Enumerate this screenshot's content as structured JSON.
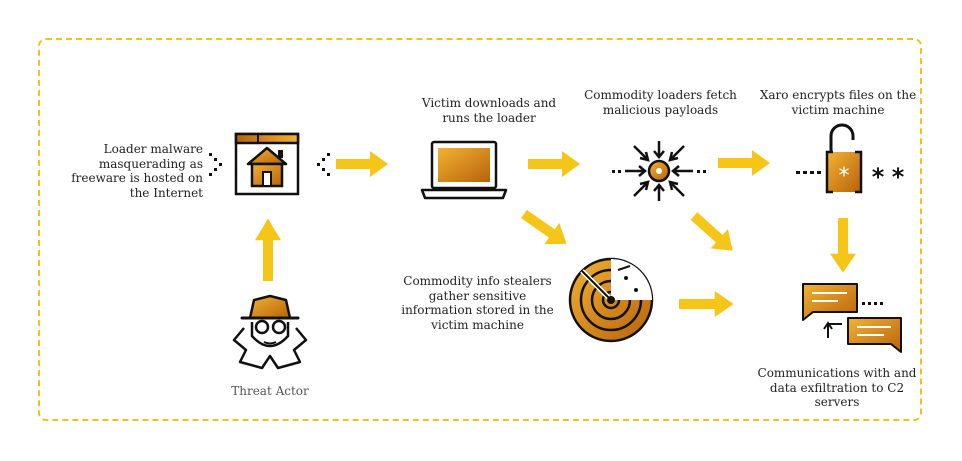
{
  "labels": {
    "loader_malware": "Loader malware masquerading as freeware is hosted on the Internet",
    "victim_downloads": "Victim downloads and runs the loader",
    "commodity_loaders": "Commodity loaders fetch malicious payloads",
    "xaro_encrypts": "Xaro encrypts files on the victim machine",
    "info_stealers": "Commodity info stealers gather sensitive information stored in the victim machine",
    "threat_actor": "Threat Actor",
    "communications": "Communications with and data exfiltration to C2 servers"
  },
  "icons": {
    "website": "house-browser-icon",
    "laptop": "laptop-icon",
    "payloads": "converging-target-icon",
    "encrypt": "open-padlock-icon",
    "stealer": "radar-icon",
    "actor": "spy-hacker-icon",
    "c2": "chat-bubbles-icon"
  },
  "colors": {
    "arrow": "#f5c518",
    "frame": "#f2c21b",
    "icon_dark": "#111111",
    "gradient_light": "#f2b233",
    "gradient_dark": "#b8620a"
  }
}
